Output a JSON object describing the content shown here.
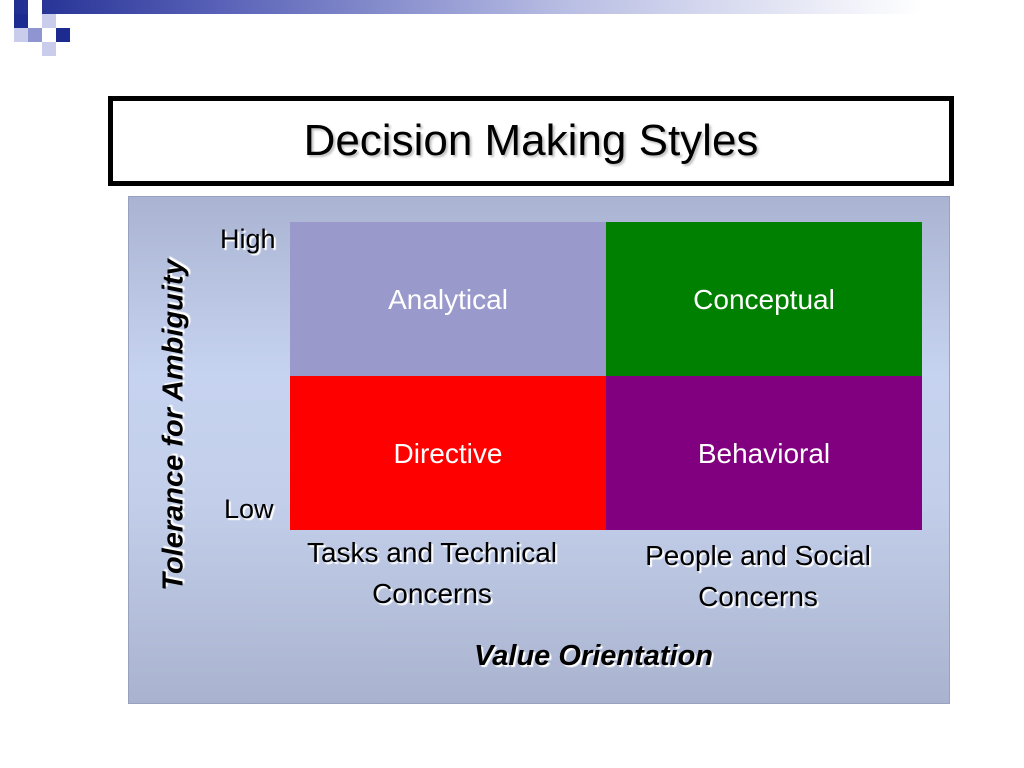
{
  "title": "Decision Making Styles",
  "y_axis": {
    "label": "Tolerance for Ambiguity",
    "high": "High",
    "low": "Low"
  },
  "x_axis": {
    "label": "Value Orientation",
    "left": "Tasks and Technical Concerns",
    "right": "People and Social Concerns"
  },
  "quadrants": [
    {
      "label": "Analytical",
      "color": "#9999cc"
    },
    {
      "label": "Conceptual",
      "color": "#008000"
    },
    {
      "label": "Directive",
      "color": "#ff0000"
    },
    {
      "label": "Behavioral",
      "color": "#800080"
    }
  ],
  "colors": {
    "deco_dark": "#1d2a8f",
    "deco_light": "#8e95d0"
  }
}
